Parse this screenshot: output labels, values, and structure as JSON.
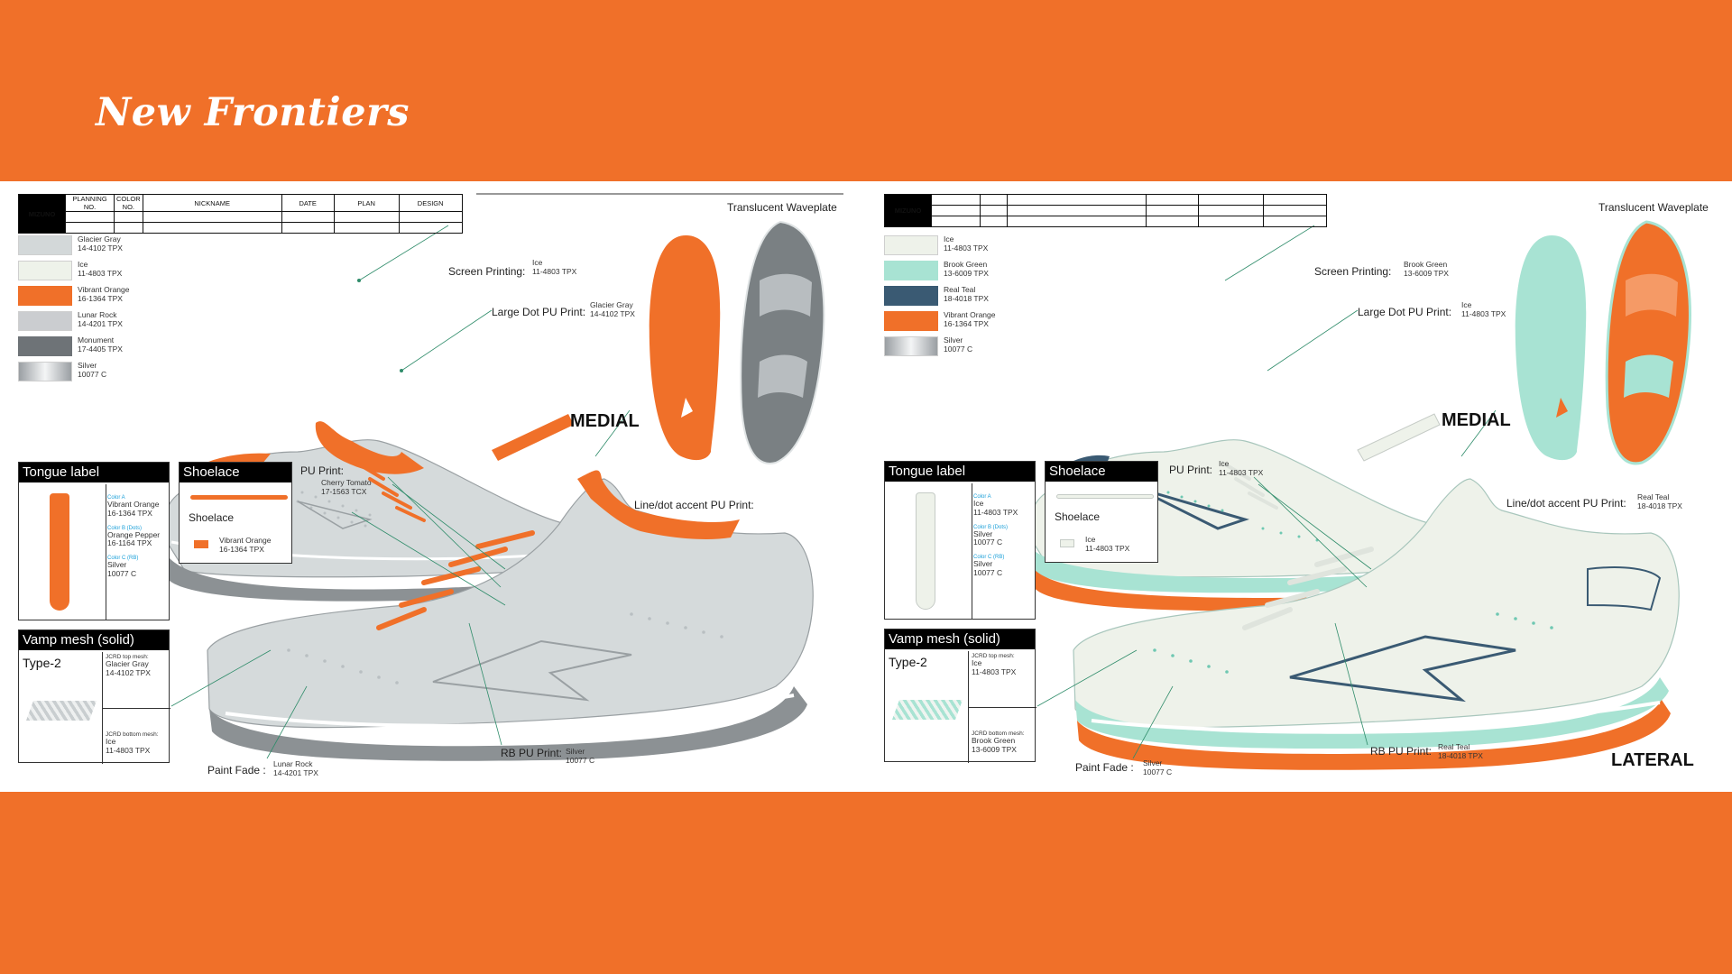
{
  "slide_title": "New Frontiers",
  "colors": {
    "orange": "#F07029",
    "glacier_gray": "#D3D8D9",
    "ice": "#EEF2EA",
    "brook_green": "#A8E3D3",
    "real_teal": "#3A5A73",
    "lunar_rock": "#CBCDD0",
    "monument": "#6E7377"
  },
  "header_table": {
    "logo": "MIZUNO",
    "cols": [
      "PLANNING NO.",
      "COLOR NO.",
      "NICKNAME",
      "DATE",
      "PLAN",
      "DESIGN"
    ]
  },
  "left": {
    "waveplate": "Translucent Waveplate",
    "view_top": "MEDIAL",
    "swatches": [
      {
        "name": "Glacier Gray",
        "code": "14-4102 TPX"
      },
      {
        "name": "Ice",
        "code": "11-4803 TPX"
      },
      {
        "name": "Vibrant Orange",
        "code": "16-1364 TPX"
      },
      {
        "name": "Lunar Rock",
        "code": "14-4201 TPX"
      },
      {
        "name": "Monument",
        "code": "17-4405 TPX"
      },
      {
        "name": "Silver",
        "code": "10077 C"
      }
    ],
    "callouts": {
      "screen_printing": "Screen Printing:",
      "screen_printing_val1": "Ice",
      "screen_printing_val2": "11-4803 TPX",
      "large_dot": "Large Dot PU Print:",
      "large_dot_val1": "Glacier Gray",
      "large_dot_val2": "14-4102 TPX",
      "pu_print": "PU Print:",
      "pu_print_val1": "Cherry Tomato",
      "pu_print_val2": "17-1563 TCX",
      "line_dot": "Line/dot accent PU Print:",
      "line_dot_val1": "",
      "line_dot_val2": "",
      "rb_pu": "RB PU Print:",
      "rb_pu_val1": "Silver",
      "rb_pu_val2": "10077 C",
      "paint_fade": "Paint Fade :",
      "paint_fade_val1": "Lunar Rock",
      "paint_fade_val2": "14-4201 TPX"
    },
    "tongue_label": {
      "title": "Tongue label",
      "color_a": "Color A",
      "a_name": "Vibrant Orange",
      "a_code": "16-1364 TPX",
      "color_b": "Color B (Dots)",
      "b_name": "Orange Pepper",
      "b_code": "16-1164 TPX",
      "color_c": "Color C (RB)",
      "c_name": "Silver",
      "c_code": "10077 C"
    },
    "shoelace": {
      "title": "Shoelace",
      "sub": "Shoelace",
      "color_name": "Vibrant Orange",
      "color_code": "16-1364 TPX"
    },
    "vamp": {
      "title": "Vamp mesh (solid)",
      "type": "Type-2",
      "top_label": "JCRD top mesh:",
      "top_name": "Glacier Gray",
      "top_code": "14-4102 TPX",
      "bottom_label": "JCRD bottom mesh:",
      "bottom_name": "Ice",
      "bottom_code": "11-4803 TPX"
    }
  },
  "right": {
    "waveplate": "Translucent Waveplate",
    "view_top": "MEDIAL",
    "view_bottom": "LATERAL",
    "swatches": [
      {
        "name": "Ice",
        "code": "11-4803 TPX"
      },
      {
        "name": "Brook Green",
        "code": "13-6009 TPX"
      },
      {
        "name": "Real Teal",
        "code": "18-4018 TPX"
      },
      {
        "name": "Vibrant Orange",
        "code": "16-1364 TPX"
      },
      {
        "name": "Silver",
        "code": "10077 C"
      }
    ],
    "callouts": {
      "screen_printing": "Screen Printing:",
      "screen_printing_val1": "Brook Green",
      "screen_printing_val2": "13-6009 TPX",
      "large_dot": "Large Dot PU Print:",
      "large_dot_val1": "Ice",
      "large_dot_val2": "11-4803 TPX",
      "pu_print": "PU Print:",
      "pu_print_val1": "Ice",
      "pu_print_val2": "11-4803 TPX",
      "line_dot": "Line/dot accent PU Print:",
      "line_dot_val1": "Real Teal",
      "line_dot_val2": "18-4018 TPX",
      "rb_pu": "RB PU Print:",
      "rb_pu_val1": "Real Teal",
      "rb_pu_val2": "18-4018 TPX",
      "paint_fade": "Paint Fade :",
      "paint_fade_val1": "Silver",
      "paint_fade_val2": "10077 C"
    },
    "tongue_label": {
      "title": "Tongue label",
      "color_a": "Color A",
      "a_name": "Ice",
      "a_code": "11-4803 TPX",
      "color_b": "Color B (Dots)",
      "b_name": "Silver",
      "b_code": "10077 C",
      "color_c": "Color C (RB)",
      "c_name": "Silver",
      "c_code": "10077 C"
    },
    "shoelace": {
      "title": "Shoelace",
      "sub": "Shoelace",
      "color_name": "Ice",
      "color_code": "11-4803 TPX"
    },
    "vamp": {
      "title": "Vamp mesh (solid)",
      "type": "Type-2",
      "top_label": "JCRD top mesh:",
      "top_name": "Ice",
      "top_code": "11-4803 TPX",
      "bottom_label": "JCRD bottom mesh:",
      "bottom_name": "Brook Green",
      "bottom_code": "13-6009 TPX"
    }
  }
}
